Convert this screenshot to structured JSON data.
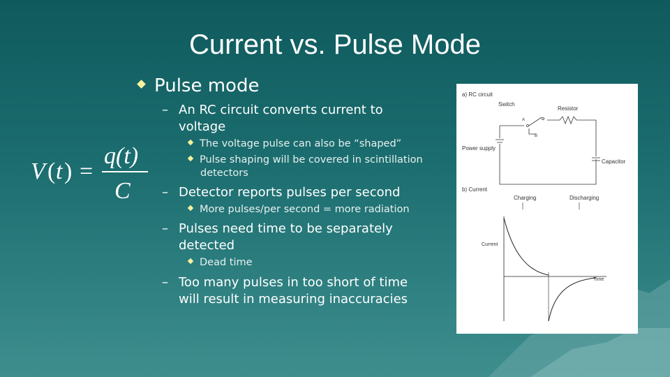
{
  "slide": {
    "title": "Current vs. Pulse Mode",
    "level1": "Pulse mode",
    "items": [
      {
        "line1": "An RC circuit converts current to",
        "line2": "voltage"
      },
      {
        "line1": "Detector reports pulses per second"
      },
      {
        "line1": "Pulses need time to be separately",
        "line2": "detected"
      },
      {
        "line1": "Too many pulses in too short of time",
        "line2": "will result in measuring inaccuracies"
      }
    ],
    "sub_items": {
      "shaped": "The voltage pulse can also be “shaped”",
      "shaping_line1": "Pulse shaping will be covered in scintillation",
      "shaping_line2": "detectors",
      "radiation": "More pulses/per second = more radiation",
      "dead_time": "Dead time"
    },
    "dash": "–"
  },
  "formula": {
    "lhs_V": "V",
    "lhs_open": "(",
    "lhs_t": "t",
    "lhs_close": ")",
    "equals": "=",
    "numerator": "q(t)",
    "denominator": "C"
  },
  "figure": {
    "label_a": "a)  RC circuit",
    "switch": "Switch",
    "resistor": "Resistor",
    "switch_a": "A",
    "switch_b": "B",
    "power_supply": "Power supply",
    "capacitor": "Capacitor",
    "label_b": "b)  Current",
    "charging": "Charging",
    "discharging": "Discharging",
    "current": "Current",
    "time": "Time"
  },
  "colors": {
    "background_top": "#0f5a5d",
    "background_bottom": "#3e8e8e",
    "bullet": "#f4f2a0",
    "text": "#ffffff"
  }
}
